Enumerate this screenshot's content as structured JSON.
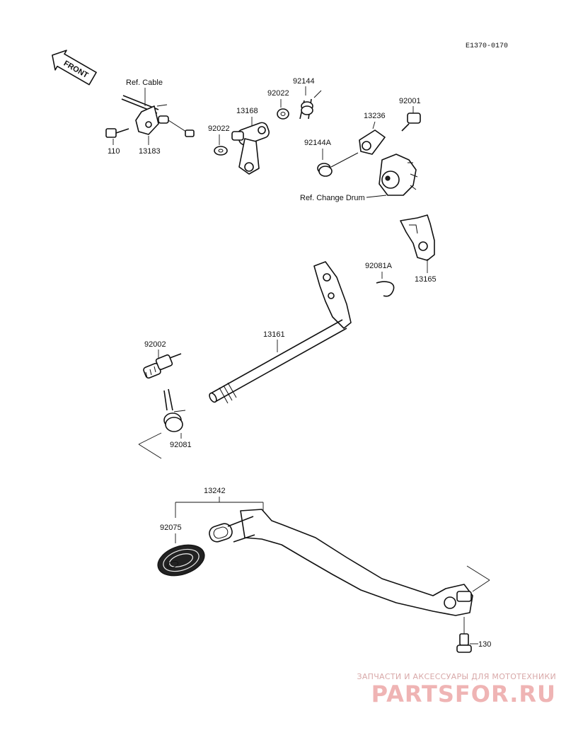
{
  "diagram": {
    "code": "E1370-0170",
    "front_label": "FRONT",
    "parts": {
      "ref_cable": "Ref. Cable",
      "p110": "110",
      "p13183": "13183",
      "p92022a": "92022",
      "p13168": "13168",
      "p92022b": "92022",
      "p92144": "92144",
      "p92144a": "92144A",
      "p13236": "13236",
      "p92001": "92001",
      "ref_change_drum": "Ref. Change Drum",
      "p13165": "13165",
      "p92081a": "92081A",
      "p13161": "13161",
      "p92002": "92002",
      "p92081": "92081",
      "p13242": "13242",
      "p92075": "92075",
      "p130": "130"
    }
  },
  "watermark": {
    "tagline": "ЗАПЧАСТИ И АКСЕССУАРЫ ДЛЯ МОТОТЕХНИКИ",
    "logo": "PARTSFOR.RU"
  }
}
